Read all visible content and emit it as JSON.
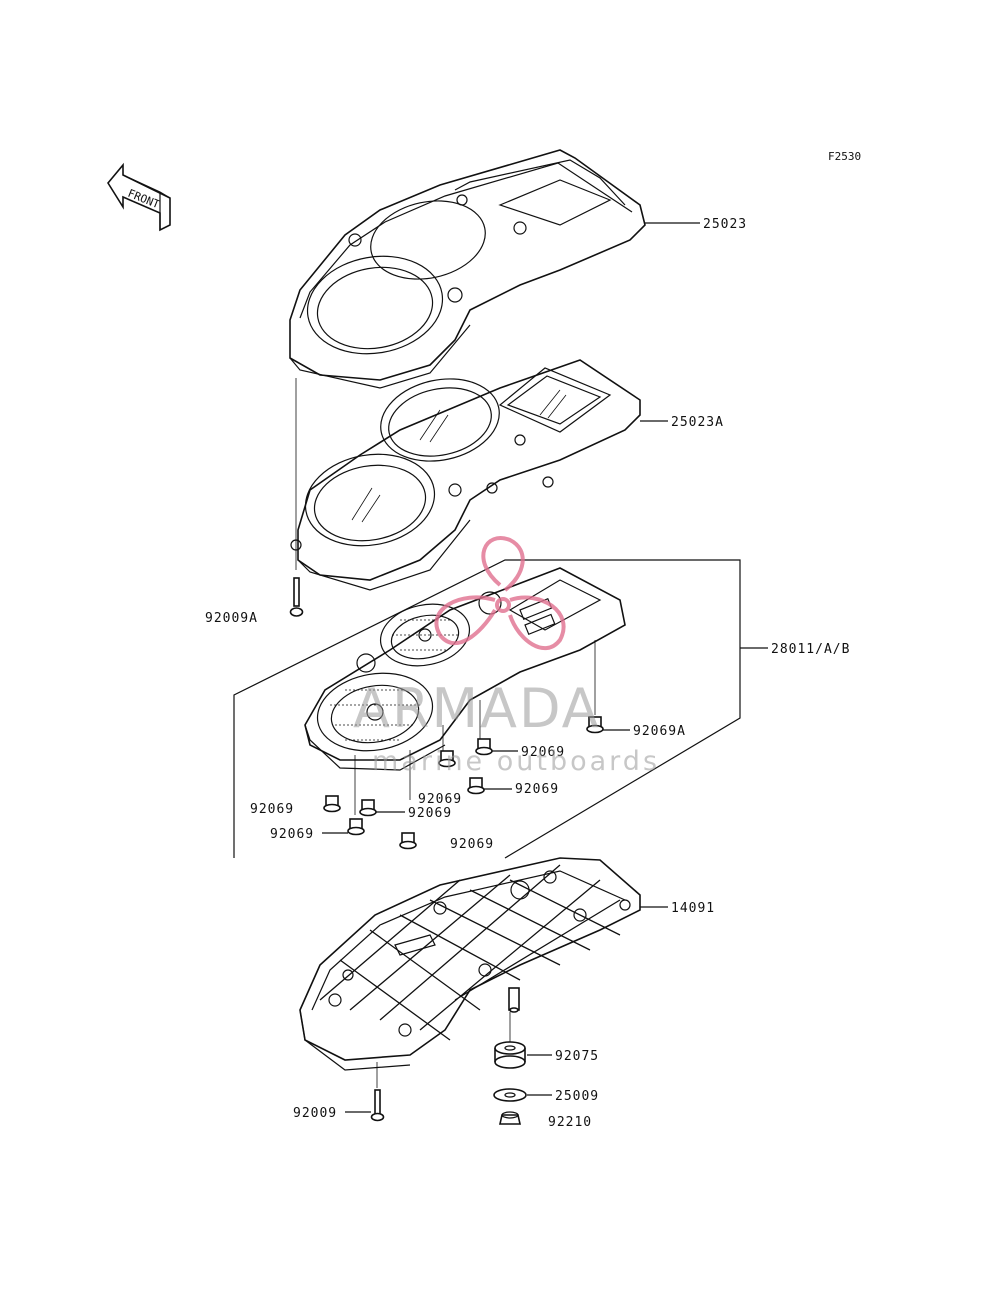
{
  "figure_code": "F2530",
  "front_label": "FRONT",
  "watermark": {
    "brand": "ARMADA",
    "tagline": "marine outboards",
    "accent_color": "#e0708f"
  },
  "parts": {
    "p25023": "25023",
    "p25023A": "25023A",
    "p92009A": "92009A",
    "p28011": "28011/A/B",
    "p92069A": "92069A",
    "p92069_1": "92069",
    "p92069_2": "92069",
    "p92069_3": "92069",
    "p92069_4": "92069",
    "p92069_5": "92069",
    "p92069_6": "92069",
    "p92069_7": "92069",
    "p14091": "14091",
    "p92075": "92075",
    "p25009": "25009",
    "p92009": "92009",
    "p92210": "92210"
  }
}
